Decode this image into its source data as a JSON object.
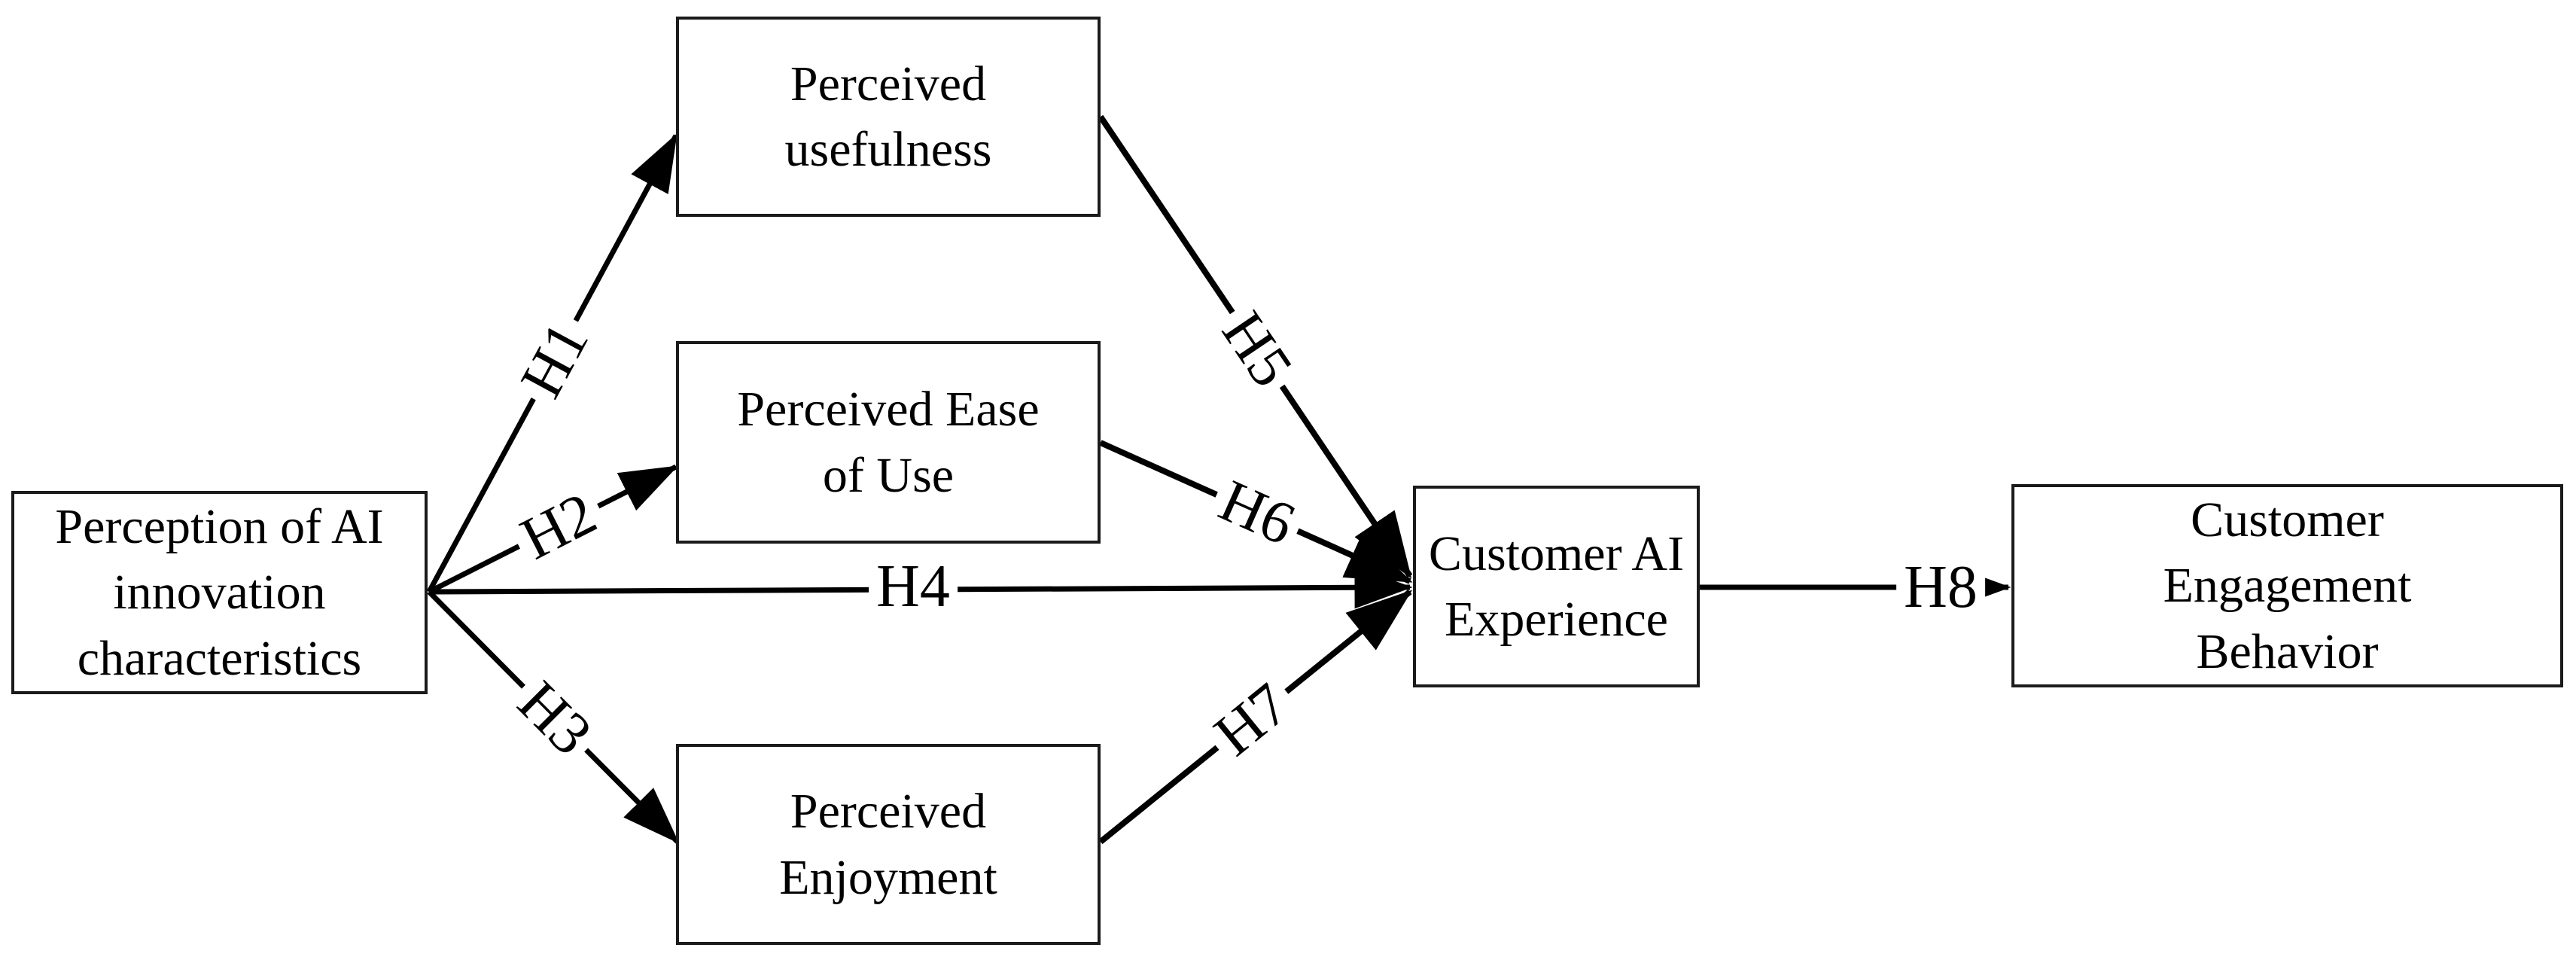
{
  "diagram": {
    "background_color": "#ffffff",
    "line_color": "#000000",
    "box_border_color": "#1b1b1b",
    "nodes": [
      {
        "id": "perception",
        "label": "Perception of AI\ninnovation\ncharacteristics"
      },
      {
        "id": "usefulness",
        "label": "Perceived\nusefulness"
      },
      {
        "id": "ease",
        "label": "Perceived Ease\nof Use"
      },
      {
        "id": "enjoyment",
        "label": "Perceived\nEnjoyment"
      },
      {
        "id": "cae",
        "label": "Customer AI\nExperience"
      },
      {
        "id": "ceb",
        "label": "Customer\nEngagement\nBehavior"
      }
    ],
    "edges": [
      {
        "id": "h1",
        "label": "H1",
        "from": "perception",
        "to": "usefulness"
      },
      {
        "id": "h2",
        "label": "H2",
        "from": "perception",
        "to": "ease"
      },
      {
        "id": "h3",
        "label": "H3",
        "from": "perception",
        "to": "enjoyment"
      },
      {
        "id": "h4",
        "label": "H4",
        "from": "perception",
        "to": "cae"
      },
      {
        "id": "h5",
        "label": "H5",
        "from": "usefulness",
        "to": "cae"
      },
      {
        "id": "h6",
        "label": "H6",
        "from": "ease",
        "to": "cae"
      },
      {
        "id": "h7",
        "label": "H7",
        "from": "enjoyment",
        "to": "cae"
      },
      {
        "id": "h8",
        "label": "H8",
        "from": "cae",
        "to": "ceb"
      }
    ]
  }
}
